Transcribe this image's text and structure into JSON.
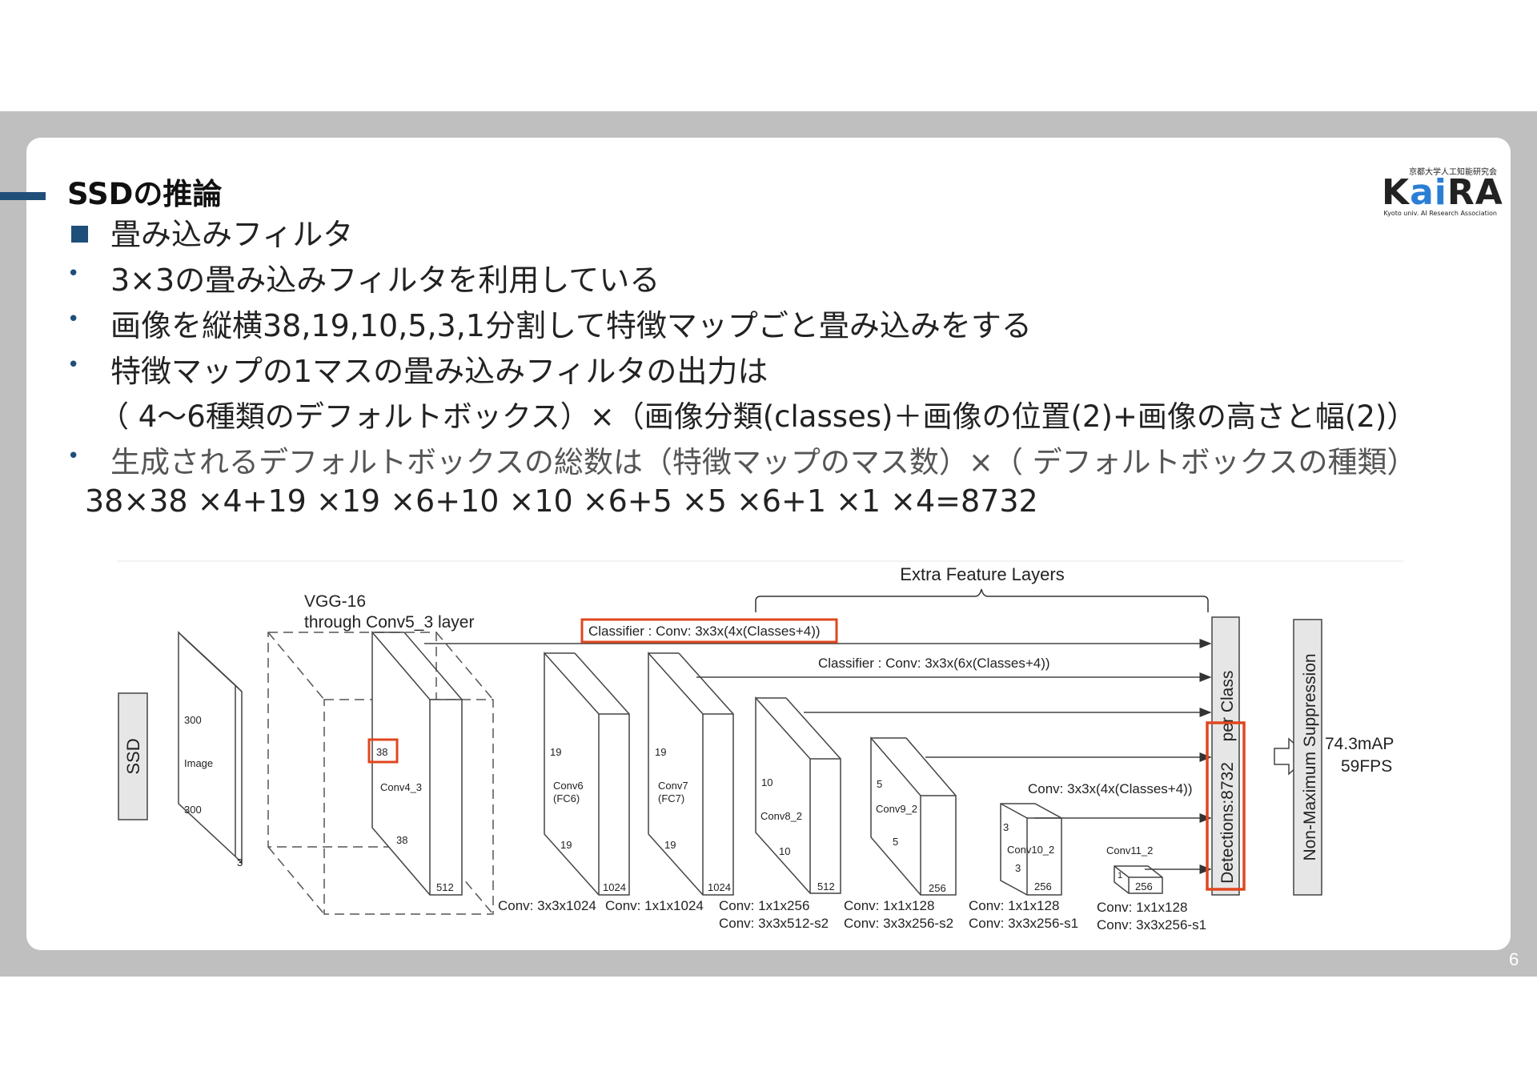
{
  "title": "SSDの推論",
  "logo": {
    "caption": "京都大学人工知能研究会",
    "name_a": "K",
    "name_b": "ai",
    "name_c": "RA",
    "sub": "Kyoto univ. AI Research Association"
  },
  "bullets": [
    {
      "marker": "square",
      "text": "畳み込みフィルタ"
    },
    {
      "marker": "dot",
      "text": "3×3の畳み込みフィルタを利用している"
    },
    {
      "marker": "dot",
      "text": "画像を縦横38,19,10,5,3,1分割して特徴マップごと畳み込みをする"
    },
    {
      "marker": "dot",
      "text": "特徴マップの1マスの畳み込みフィルタの出力は"
    },
    {
      "marker": "none",
      "text": "（ 4〜6種類のデフォルトボックス）×（画像分類(classes)＋画像の位置(2)+画像の高さと幅(2)）"
    },
    {
      "marker": "dot",
      "text": "生成されるデフォルトボックスの総数は（特徴マップのマス数）×（ デフォルトボックスの種類）"
    },
    {
      "marker": "none",
      "text": "38×38 ×4+19 ×19 ×6+10 ×10 ×6+5 ×5 ×6+1 ×1 ×4=8732"
    }
  ],
  "diagram": {
    "extra_feature_layers": "Extra Feature Layers",
    "vgg_line1": "VGG-16",
    "vgg_line2": "through Conv5_3 layer",
    "classifier1": "Classifier : Conv: 3x3x(4x(Classes+4))",
    "classifier2": "Classifier : Conv: 3x3x(6x(Classes+4))",
    "classifier3": "Conv: 3x3x(4x(Classes+4))",
    "ssd_label": "SSD",
    "image": {
      "dim_top": "300",
      "label": "Image",
      "dim_bottom": "300",
      "depth": "3"
    },
    "conv4_3": {
      "size_top": "38",
      "label": "Conv4_3",
      "size_bottom": "38",
      "depth": "512"
    },
    "conv6": {
      "size_top": "19",
      "label_a": "Conv6",
      "label_b": "(FC6)",
      "size_bottom": "19",
      "depth": "1024"
    },
    "conv7": {
      "size_top": "19",
      "label_a": "Conv7",
      "label_b": "(FC7)",
      "size_bottom": "19",
      "depth": "1024"
    },
    "conv8_2": {
      "size_top": "10",
      "label": "Conv8_2",
      "size_bottom": "10",
      "depth": "512"
    },
    "conv9_2": {
      "size_top": "5",
      "label": "Conv9_2",
      "size_bottom": "5",
      "depth": "256"
    },
    "conv10_2": {
      "size_top": "3",
      "label": "Conv10_2",
      "size_bottom": "3",
      "depth": "256"
    },
    "conv11_2": {
      "label": "Conv11_2",
      "size": "1",
      "depth": "256"
    },
    "bottom_labels": {
      "c6": "Conv: 3x3x1024",
      "c7": "Conv: 1x1x1024",
      "c8a": "Conv: 1x1x256",
      "c8b": "Conv:  3x3x512-s2",
      "c9a": "Conv: 1x1x128",
      "c9b": "Conv: 3x3x256-s2",
      "c10a": "Conv: 1x1x128",
      "c10b": "Conv: 3x3x256-s1",
      "c11a": "Conv: 1x1x128",
      "c11b": "Conv: 3x3x256-s1"
    },
    "detections": "Detections:8732",
    "per_class": "per Class",
    "nms": "Non-Maximum Suppression",
    "map": "74.3mAP",
    "fps": "59FPS",
    "highlight_color": "#e0471f"
  },
  "page_number": "6"
}
